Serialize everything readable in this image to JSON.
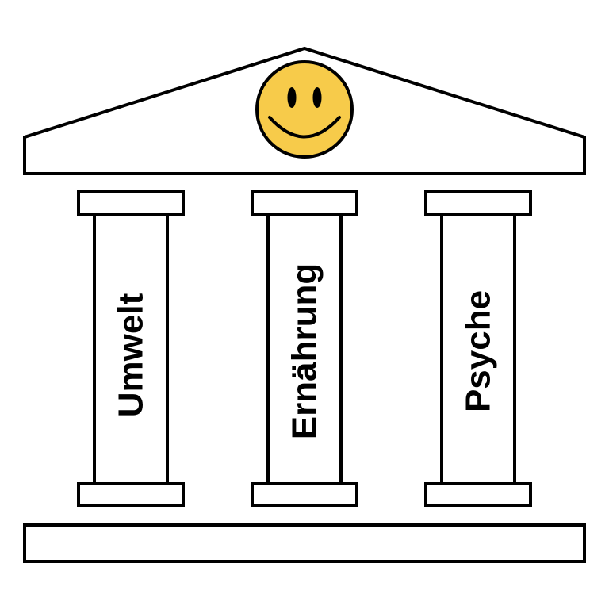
{
  "colors": {
    "stroke": "#000000",
    "fill": "#ffffff",
    "smiley": "#f7cb4a"
  },
  "icons": {
    "roof_emblem": "smiley-face-icon"
  },
  "pillars": [
    {
      "label": "Umwelt"
    },
    {
      "label": "Ernährung"
    },
    {
      "label": "Psyche"
    }
  ]
}
